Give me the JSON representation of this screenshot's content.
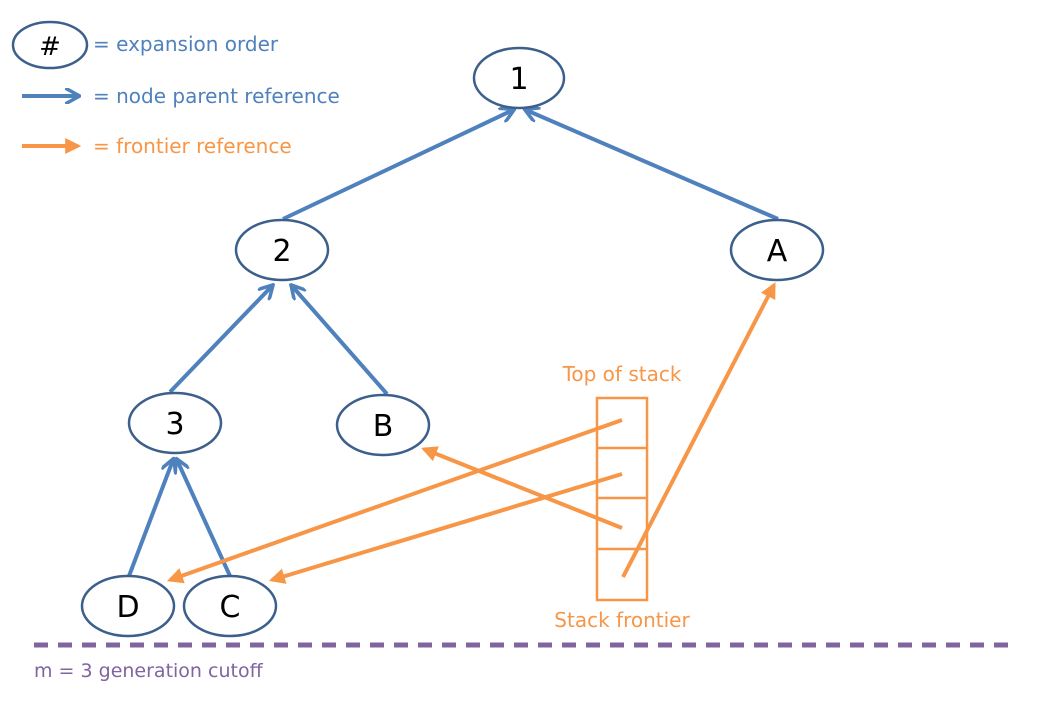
{
  "colors": {
    "node_stroke": "#3c5f8c",
    "parent_arrow": "#4f81bd",
    "frontier_arrow": "#f79646",
    "cutoff_line": "#8064a2"
  },
  "legend": {
    "node_symbol": "#",
    "expansion_order": "= expansion order",
    "parent_reference": "= node parent reference",
    "frontier_reference": "= frontier reference"
  },
  "nodes": [
    {
      "id": "n1",
      "label": "1"
    },
    {
      "id": "n2",
      "label": "2"
    },
    {
      "id": "nA",
      "label": "A"
    },
    {
      "id": "n3",
      "label": "3"
    },
    {
      "id": "nB",
      "label": "B"
    },
    {
      "id": "nD",
      "label": "D"
    },
    {
      "id": "nC",
      "label": "C"
    }
  ],
  "parent_edges": [
    {
      "from": "n2",
      "to": "n1"
    },
    {
      "from": "nA",
      "to": "n1"
    },
    {
      "from": "n3",
      "to": "n2"
    },
    {
      "from": "nB",
      "to": "n2"
    },
    {
      "from": "nD",
      "to": "n3"
    },
    {
      "from": "nC",
      "to": "n3"
    }
  ],
  "stack": {
    "top_label": "Top of stack",
    "bottom_label": "Stack frontier",
    "slots": [
      "nD",
      "nC",
      "nB",
      "nA"
    ]
  },
  "cutoff": {
    "label": "m = 3 generation cutoff"
  }
}
